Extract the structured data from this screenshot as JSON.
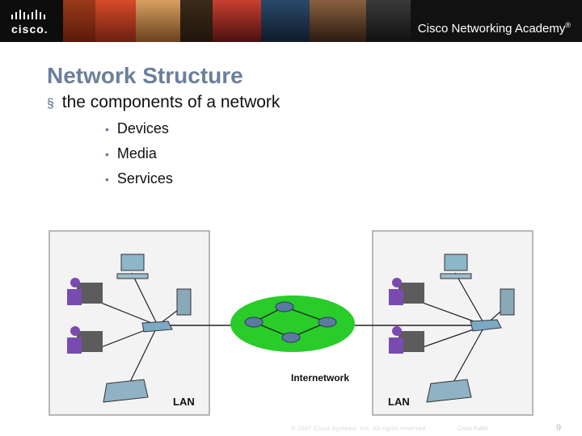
{
  "banner": {
    "logo_text": "cisco.",
    "academy_text": "Cisco Networking Academy",
    "trademark": "®"
  },
  "slide": {
    "title": "Network Structure",
    "subtitle_marker": "§",
    "subtitle": "the components of a network",
    "bullets": [
      "Devices",
      "Media",
      "Services"
    ]
  },
  "diagram": {
    "lan_left_label": "LAN",
    "lan_right_label": "LAN",
    "internetwork_label": "Internetwork",
    "colors": {
      "cloud": "#29cc29",
      "lan_box_border": "#b8b8b8",
      "lan_box_bg": "#f3f3f3"
    }
  },
  "footer": {
    "page_number": "9",
    "copyright": "© 2007 Cisco Systems, Inc. All rights reserved.",
    "classification": "Cisco Public"
  }
}
